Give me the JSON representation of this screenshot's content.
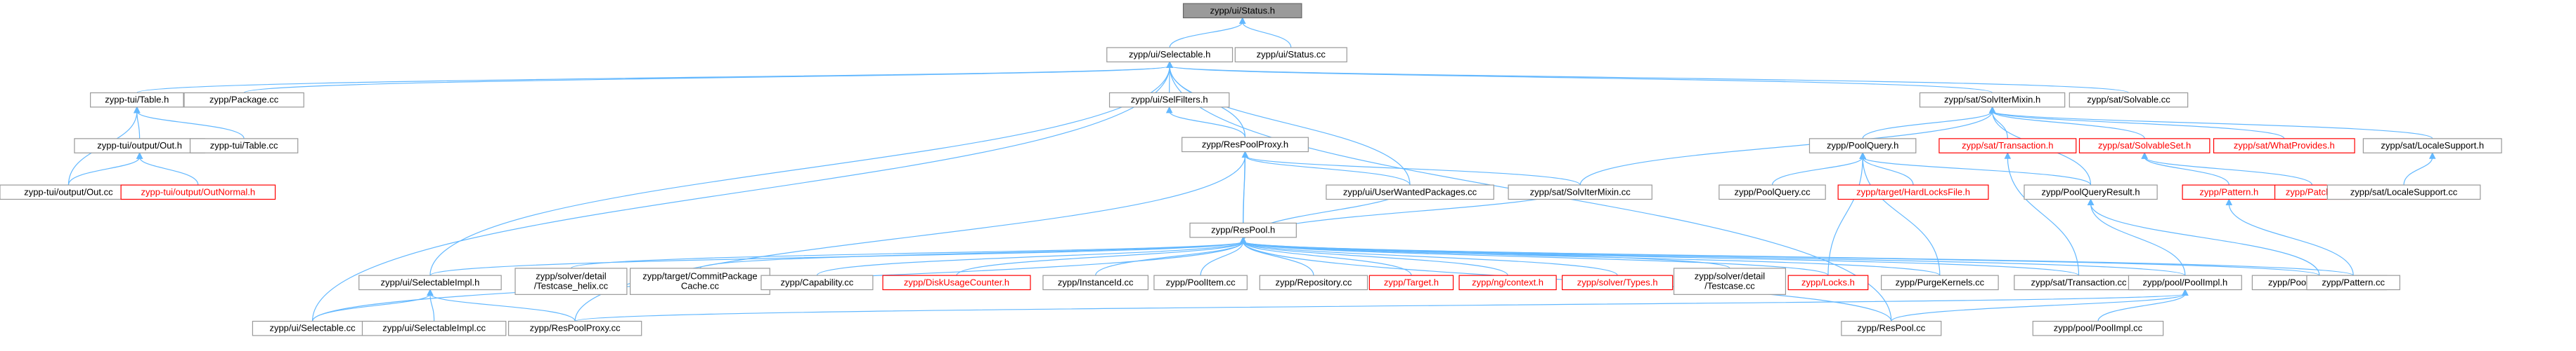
{
  "diagram": {
    "nodes": [
      {
        "id": "root",
        "label": "zypp/ui/Status.h",
        "style": "root"
      },
      {
        "id": "selectable_h",
        "label": "zypp/ui/Selectable.h"
      },
      {
        "id": "status_cc",
        "label": "zypp/ui/Status.cc"
      },
      {
        "id": "tui_table_h",
        "label": "zypp-tui/Table.h"
      },
      {
        "id": "package_cc",
        "label": "zypp/Package.cc"
      },
      {
        "id": "selfilters_h",
        "label": "zypp/ui/SelFilters.h"
      },
      {
        "id": "solvermixin_h",
        "label": "zypp/sat/SolvIterMixin.h"
      },
      {
        "id": "solvable_cc",
        "label": "zypp/sat/Solvable.cc"
      },
      {
        "id": "out_h",
        "label": "zypp-tui/output/Out.h"
      },
      {
        "id": "table_cc",
        "label": "zypp-tui/Table.cc"
      },
      {
        "id": "respoolproxy_h",
        "label": "zypp/ResPoolProxy.h"
      },
      {
        "id": "poolquery_h",
        "label": "zypp/PoolQuery.h"
      },
      {
        "id": "transaction_h",
        "label": "zypp/sat/Transaction.h",
        "style": "red"
      },
      {
        "id": "solvableset_h",
        "label": "zypp/sat/SolvableSet.h",
        "style": "red"
      },
      {
        "id": "whatprovides_h",
        "label": "zypp/sat/WhatProvides.h",
        "style": "red"
      },
      {
        "id": "localesupport_h",
        "label": "zypp/sat/LocaleSupport.h"
      },
      {
        "id": "out_cc",
        "label": "zypp-tui/output/Out.cc"
      },
      {
        "id": "outnormal_h",
        "label": "zypp-tui/output/OutNormal.h",
        "style": "red"
      },
      {
        "id": "respool_h",
        "label": "zypp/ResPool.h"
      },
      {
        "id": "userwanted_cc",
        "label": "zypp/ui/UserWantedPackages.cc"
      },
      {
        "id": "solvitermixin_cc",
        "label": "zypp/sat/SolvIterMixin.cc"
      },
      {
        "id": "poolquery_cc",
        "label": "zypp/PoolQuery.cc"
      },
      {
        "id": "hardlocks_h",
        "label": "zypp/target/HardLocksFile.h",
        "style": "red"
      },
      {
        "id": "poolqueryresult_h",
        "label": "zypp/PoolQueryResult.h"
      },
      {
        "id": "pattern_h",
        "label": "zypp/Pattern.h",
        "style": "red"
      },
      {
        "id": "patch_h",
        "label": "zypp/Patch.h",
        "style": "red"
      },
      {
        "id": "localesupport_cc",
        "label": "zypp/sat/LocaleSupport.cc"
      },
      {
        "id": "selectableimpl_h",
        "label": "zypp/ui/SelectableImpl.h"
      },
      {
        "id": "testcase_helix_cc",
        "label": "zypp/solver/detail\n/Testcase_helix.cc"
      },
      {
        "id": "commitpkgcache_cc",
        "label": "zypp/target/CommitPackage\nCache.cc"
      },
      {
        "id": "capability_cc",
        "label": "zypp/Capability.cc"
      },
      {
        "id": "diskusage_h",
        "label": "zypp/DiskUsageCounter.h",
        "style": "red"
      },
      {
        "id": "instanceid_cc",
        "label": "zypp/InstanceId.cc"
      },
      {
        "id": "poolitem_cc",
        "label": "zypp/PoolItem.cc"
      },
      {
        "id": "repository_cc",
        "label": "zypp/Repository.cc"
      },
      {
        "id": "target_h",
        "label": "zypp/Target.h",
        "style": "red"
      },
      {
        "id": "ngcontext_h",
        "label": "zypp/ng/context.h",
        "style": "red"
      },
      {
        "id": "solvertypes_h",
        "label": "zypp/solver/Types.h",
        "style": "red"
      },
      {
        "id": "testcase_cc",
        "label": "zypp/solver/detail\n/Testcase.cc"
      },
      {
        "id": "locks_h",
        "label": "zypp/Locks.h",
        "style": "red"
      },
      {
        "id": "purgekernels_cc",
        "label": "zypp/PurgeKernels.cc"
      },
      {
        "id": "sattransaction_cc",
        "label": "zypp/sat/Transaction.cc"
      },
      {
        "id": "poolimpl_h",
        "label": "zypp/pool/PoolImpl.h"
      },
      {
        "id": "poolqueryresult_cc",
        "label": "zypp/PoolQueryResult.cc"
      },
      {
        "id": "pattern_cc",
        "label": "zypp/Pattern.cc"
      },
      {
        "id": "selectable_cc",
        "label": "zypp/ui/Selectable.cc"
      },
      {
        "id": "selectableimpl_cc",
        "label": "zypp/ui/SelectableImpl.cc"
      },
      {
        "id": "respoolproxy_cc",
        "label": "zypp/ResPoolProxy.cc"
      },
      {
        "id": "respool_cc",
        "label": "zypp/ResPool.cc"
      },
      {
        "id": "poolimpl_cc",
        "label": "zypp/pool/PoolImpl.cc"
      }
    ],
    "edges": [
      [
        "selectable_h",
        "root"
      ],
      [
        "status_cc",
        "root"
      ],
      [
        "tui_table_h",
        "selectable_h"
      ],
      [
        "package_cc",
        "selectable_h"
      ],
      [
        "selfilters_h",
        "selectable_h"
      ],
      [
        "solvermixin_h",
        "selectable_h"
      ],
      [
        "solvable_cc",
        "selectable_h"
      ],
      [
        "respoolproxy_h",
        "selectable_h"
      ],
      [
        "userwanted_cc",
        "selectable_h"
      ],
      [
        "selectableimpl_h",
        "selectable_h"
      ],
      [
        "selectable_cc",
        "selectable_h"
      ],
      [
        "respool_cc",
        "selectable_h"
      ],
      [
        "out_h",
        "tui_table_h"
      ],
      [
        "table_cc",
        "tui_table_h"
      ],
      [
        "out_cc",
        "tui_table_h"
      ],
      [
        "out_cc",
        "out_h"
      ],
      [
        "outnormal_h",
        "out_h"
      ],
      [
        "respoolproxy_h",
        "selfilters_h"
      ],
      [
        "poolquery_h",
        "solvermixin_h"
      ],
      [
        "transaction_h",
        "solvermixin_h"
      ],
      [
        "solvableset_h",
        "solvermixin_h"
      ],
      [
        "whatprovides_h",
        "solvermixin_h"
      ],
      [
        "localesupport_h",
        "solvermixin_h"
      ],
      [
        "solvitermixin_cc",
        "solvermixin_h"
      ],
      [
        "poolqueryresult_h",
        "solvermixin_h"
      ],
      [
        "respool_h",
        "respoolproxy_h"
      ],
      [
        "userwanted_cc",
        "respoolproxy_h"
      ],
      [
        "solvitermixin_cc",
        "respoolproxy_h"
      ],
      [
        "respoolproxy_cc",
        "respoolproxy_h"
      ],
      [
        "poolquery_cc",
        "poolquery_h"
      ],
      [
        "hardlocks_h",
        "poolquery_h"
      ],
      [
        "poolqueryresult_h",
        "poolquery_h"
      ],
      [
        "locks_h",
        "poolquery_h"
      ],
      [
        "purgekernels_cc",
        "poolquery_h"
      ],
      [
        "sattransaction_cc",
        "transaction_h"
      ],
      [
        "pattern_h",
        "solvableset_h"
      ],
      [
        "patch_h",
        "solvableset_h"
      ],
      [
        "localesupport_cc",
        "localesupport_h"
      ],
      [
        "respoolproxy_h",
        "respool_h"
      ],
      [
        "userwanted_cc",
        "respool_h"
      ],
      [
        "solvitermixin_cc",
        "respool_h"
      ],
      [
        "selectableimpl_h",
        "respool_h"
      ],
      [
        "testcase_helix_cc",
        "respool_h"
      ],
      [
        "commitpkgcache_cc",
        "respool_h"
      ],
      [
        "capability_cc",
        "respool_h"
      ],
      [
        "diskusage_h",
        "respool_h"
      ],
      [
        "instanceid_cc",
        "respool_h"
      ],
      [
        "poolitem_cc",
        "respool_h"
      ],
      [
        "repository_cc",
        "respool_h"
      ],
      [
        "target_h",
        "respool_h"
      ],
      [
        "ngcontext_h",
        "respool_h"
      ],
      [
        "solvertypes_h",
        "respool_h"
      ],
      [
        "testcase_cc",
        "respool_h"
      ],
      [
        "locks_h",
        "respool_h"
      ],
      [
        "purgekernels_cc",
        "respool_h"
      ],
      [
        "sattransaction_cc",
        "respool_h"
      ],
      [
        "poolimpl_h",
        "respool_h"
      ],
      [
        "poolqueryresult_cc",
        "respool_h"
      ],
      [
        "pattern_cc",
        "respool_h"
      ],
      [
        "selectable_cc",
        "respool_h"
      ],
      [
        "respool_cc",
        "respool_h"
      ],
      [
        "poolimpl_h",
        "poolqueryresult_h"
      ],
      [
        "poolqueryresult_cc",
        "poolqueryresult_h"
      ],
      [
        "pattern_cc",
        "pattern_h"
      ],
      [
        "selectable_cc",
        "selectableimpl_h"
      ],
      [
        "selectableimpl_cc",
        "selectableimpl_h"
      ],
      [
        "respoolproxy_cc",
        "selectableimpl_h"
      ],
      [
        "respool_cc",
        "poolimpl_h"
      ],
      [
        "poolimpl_cc",
        "poolimpl_h"
      ],
      [
        "respoolproxy_cc",
        "poolimpl_h"
      ]
    ]
  }
}
